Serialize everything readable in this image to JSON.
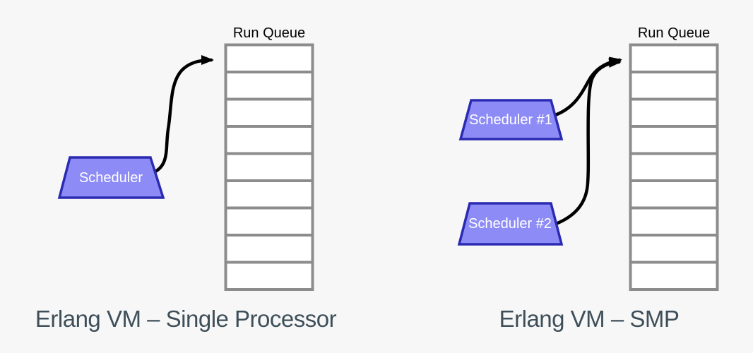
{
  "colors": {
    "background": "#f7f7f7",
    "scheduler_fill": "#8d8bf6",
    "scheduler_border": "#2b2bb2",
    "scheduler_text": "#ffffff",
    "queue_fill": "#ffffff",
    "queue_border": "#8c8c8c",
    "queue_label": "#000000",
    "arrow": "#000000",
    "caption": "#3e4f59"
  },
  "diagrams": [
    {
      "caption": "Erlang VM – Single Processor",
      "run_queue": {
        "label": "Run Queue",
        "cell_count": 9
      },
      "schedulers": [
        {
          "label": "Scheduler"
        }
      ]
    },
    {
      "caption": "Erlang VM – SMP",
      "run_queue": {
        "label": "Run Queue",
        "cell_count": 9
      },
      "schedulers": [
        {
          "label": "Scheduler #1"
        },
        {
          "label": "Scheduler #2"
        }
      ]
    }
  ]
}
